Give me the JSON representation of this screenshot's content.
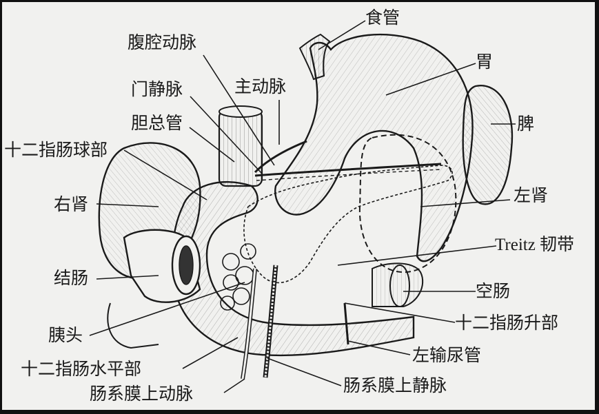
{
  "labels": {
    "esophagus": "食管",
    "celiac_artery": "腹腔动脉",
    "portal_vein": "门静脉",
    "aorta": "主动脉",
    "common_bile_duct": "胆总管",
    "duodenal_bulb": "十二指肠球部",
    "stomach": "胃",
    "spleen": "脾",
    "right_kidney": "右肾",
    "left_kidney": "左肾",
    "treitz_ligament": "Treitz 韧带",
    "colon": "结肠",
    "jejunum": "空肠",
    "pancreatic_head": "胰头",
    "duodenum_ascending": "十二指肠升部",
    "left_ureter": "左输尿管",
    "duodenum_horizontal": "十二指肠水平部",
    "sup_mesenteric_vein": "肠系膜上静脉",
    "sup_mesenteric_artery": "肠系膜上动脉"
  },
  "colors": {
    "paper": "#f1f1ef",
    "ink": "#1a1a1a",
    "frame": "#111111"
  }
}
